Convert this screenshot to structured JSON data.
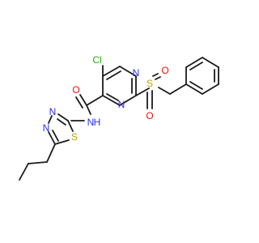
{
  "colors": {
    "bond": "#1a1a1a",
    "N": "#2b2bff",
    "O": "#ff0d0d",
    "S": "#b8a200",
    "Cl": "#1fb000",
    "C": "#1a1a1a",
    "background": "#ffffff"
  },
  "atoms": {
    "cl": "Cl",
    "n_pyr_1": "N",
    "n_pyr_2": "N",
    "o_amide": "O",
    "n_amide_h": "N",
    "h_amide": "H",
    "s_sulfonyl": "S",
    "o_sulfonyl_1": "O",
    "o_sulfonyl_2": "O",
    "n_thiadiazole_1": "N",
    "n_thiadiazole_2": "N",
    "s_thiadiazole": "S"
  }
}
